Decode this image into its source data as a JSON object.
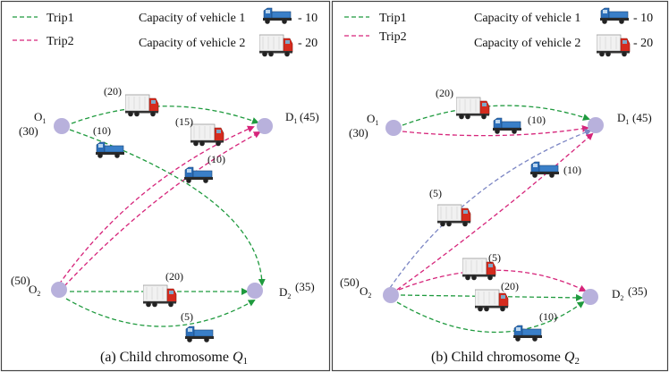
{
  "colors": {
    "trip1": "#1f9a3e",
    "trip2": "#d6247a",
    "trip_blue": "#7c86c4",
    "node": "#b8b1dc",
    "border": "#444444"
  },
  "legend": {
    "trip1": "Trip1",
    "trip2": "Trip2",
    "cap1_label": "Capacity of vehicle 1",
    "cap1_value": "- 10",
    "cap2_label": "Capacity of vehicle 2",
    "cap2_value": "- 20"
  },
  "nodes": {
    "O": "O",
    "D": "D",
    "sub1": "1",
    "sub2": "2"
  },
  "panel_a": {
    "caption_prefix": "(a)  Child chromosome ",
    "caption_var": "Q",
    "caption_sub": "1",
    "o1_demand": "(30)",
    "o2_demand": "(50)",
    "d1_demand": "(45)",
    "d2_demand": "(35)",
    "loads": {
      "o1d1_truck": "(20)",
      "o1d2_van": "(10)",
      "o2d1_truck": "(15)",
      "o2d1_van": "(10)",
      "o2d2_truck": "(20)",
      "o2d2_van": "(5)"
    }
  },
  "panel_b": {
    "caption_prefix": "(b)  Child chromosome ",
    "caption_var": "Q",
    "caption_sub": "2",
    "o1_demand": "(30)",
    "o2_demand": "(50)",
    "d1_demand": "(45)",
    "d2_demand": "(35)",
    "loads": {
      "o1d1_truck": "(20)",
      "o1d1_van": "(10)",
      "o2d1_truck": "(5)",
      "o2d1_van": "(10)",
      "o2d2_truck_top": "(5)",
      "o2d2_truck": "(20)",
      "o2d2_van": "(10)"
    }
  }
}
